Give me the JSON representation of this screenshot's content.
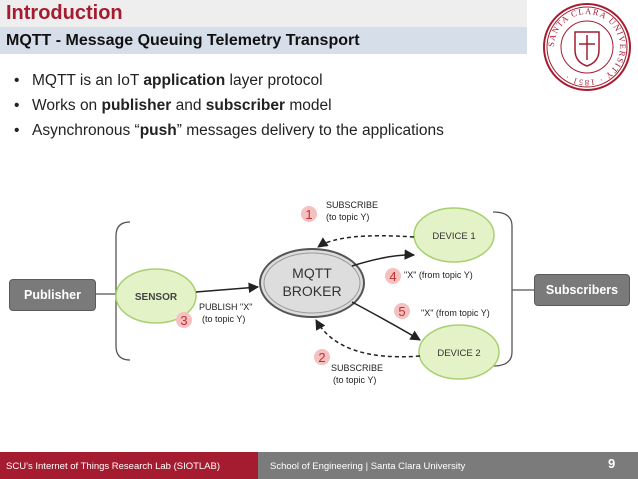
{
  "header": {
    "title": "Introduction",
    "subtitle": "MQTT - Message Queuing Telemetry Transport",
    "seal_text": "SANTA CLARA UNIVERSITY 1851"
  },
  "bullets": [
    {
      "pre": "MQTT is an IoT ",
      "bold": "application",
      "post": " layer protocol",
      "bold2": "",
      "post2": ""
    },
    {
      "pre": "Works on ",
      "bold": "publisher",
      "post": " and ",
      "bold2": "subscriber",
      "post2": " model"
    },
    {
      "pre": "Asynchronous “",
      "bold": "push",
      "post": "” messages delivery to the applications",
      "bold2": "",
      "post2": ""
    }
  ],
  "diagram": {
    "publisher_label": "Publisher",
    "subscribers_label": "Subscribers",
    "sensor": "SENSOR",
    "broker_line1": "MQTT",
    "broker_line2": "BROKER",
    "device1": "DEVICE 1",
    "device2": "DEVICE 2",
    "step1_num": "1",
    "step1_line1": "SUBSCRIBE",
    "step1_line2": "(to topic Y)",
    "step2_num": "2",
    "step2_line1": "SUBSCRIBE",
    "step2_line2": "(to topic Y)",
    "step3_num": "3",
    "step3_line1": "PUBLISH \"X\"",
    "step3_line2": "(to topic Y)",
    "step4_num": "4",
    "step4_text": "\"X\" (from topic Y)",
    "step5_num": "5",
    "step5_text": "\"X\" (from topic Y)"
  },
  "footer": {
    "left": "SCU’s Internet of Things Research Lab (SIOTLAB)",
    "middle": "School of Engineering | Santa Clara University",
    "page": "9"
  },
  "colors": {
    "accent": "#a51c30",
    "subtitle_bg": "#d6deea",
    "node_fill": "#e4f2c8",
    "node_stroke": "#a8d070",
    "step_red": "#e06a6a"
  }
}
